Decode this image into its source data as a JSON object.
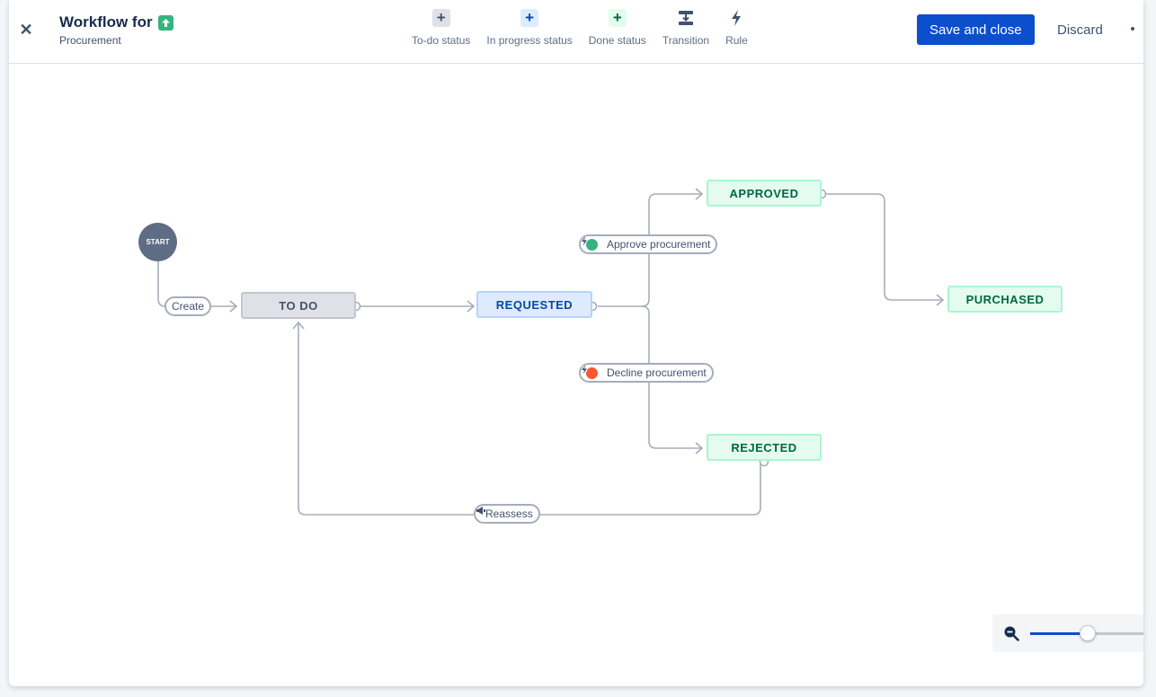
{
  "header": {
    "title": "Workflow for",
    "subtitle": "Procurement",
    "save_label": "Save and close",
    "discard_label": "Discard"
  },
  "toolbar": [
    {
      "label": "To-do status",
      "icon": "plus-icon",
      "color": "#42526e",
      "bg": "#dfe1e6"
    },
    {
      "label": "In progress status",
      "icon": "plus-icon",
      "color": "#0747a6",
      "bg": "#deebff"
    },
    {
      "label": "Done status",
      "icon": "plus-icon",
      "color": "#006644",
      "bg": "#e3fcef"
    },
    {
      "label": "Transition",
      "icon": "transition-icon",
      "color": "#42526e",
      "bg": ""
    },
    {
      "label": "Rule",
      "icon": "lightning-icon",
      "color": "#42526e",
      "bg": ""
    }
  ],
  "diagram": {
    "start_label": "START",
    "statuses": {
      "todo": "TO DO",
      "requested": "REQUESTED",
      "approved": "APPROVED",
      "rejected": "REJECTED",
      "purchased": "PURCHASED"
    },
    "transitions": {
      "create": "Create",
      "approve": "Approve procurement",
      "decline": "Decline procurement",
      "reassess": "Reassess"
    }
  },
  "zoom": {
    "level": 0.5
  },
  "colors": {
    "primary": "#0c4fcc",
    "todo_bg": "#dfe1e6",
    "inprogress_bg": "#deebff",
    "done_bg": "#e3fcef",
    "success": "#36b37e",
    "danger": "#ff5630"
  }
}
